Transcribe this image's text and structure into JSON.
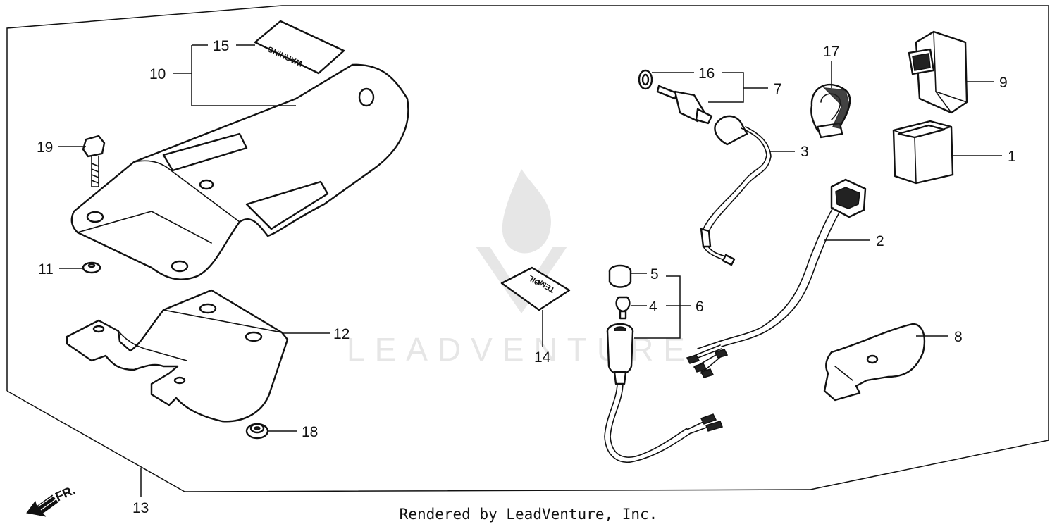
{
  "diagram": {
    "callouts": [
      {
        "id": "c1",
        "text": "1"
      },
      {
        "id": "c2",
        "text": "2"
      },
      {
        "id": "c3",
        "text": "3"
      },
      {
        "id": "c4",
        "text": "4"
      },
      {
        "id": "c5",
        "text": "5"
      },
      {
        "id": "c6",
        "text": "6"
      },
      {
        "id": "c7",
        "text": "7"
      },
      {
        "id": "c8",
        "text": "8"
      },
      {
        "id": "c9",
        "text": "9"
      },
      {
        "id": "c10",
        "text": "10"
      },
      {
        "id": "c11",
        "text": "11"
      },
      {
        "id": "c12",
        "text": "12"
      },
      {
        "id": "c13",
        "text": "13"
      },
      {
        "id": "c14",
        "text": "14"
      },
      {
        "id": "c15",
        "text": "15"
      },
      {
        "id": "c16",
        "text": "16"
      },
      {
        "id": "c17",
        "text": "17"
      },
      {
        "id": "c18",
        "text": "18"
      },
      {
        "id": "c19",
        "text": "19"
      }
    ],
    "decal_warning": "WARNING",
    "decal_oil_temp": [
      "OIL",
      "TEMP"
    ],
    "front_label": "FR.",
    "watermark": "LEADVENTURE"
  },
  "footer": {
    "text": "Rendered by LeadVenture, Inc."
  }
}
